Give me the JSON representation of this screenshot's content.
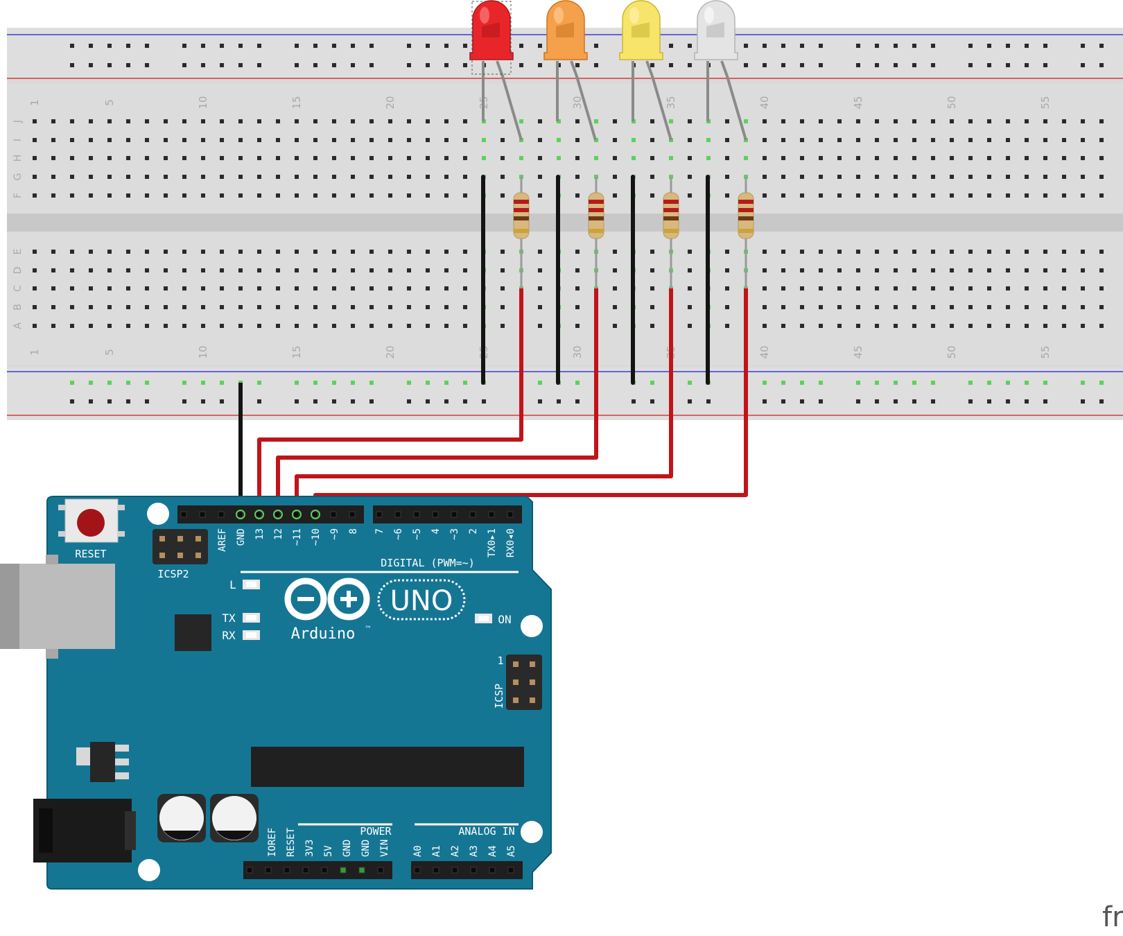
{
  "breadboard": {
    "row_labels_top": [
      "J",
      "I",
      "H",
      "G",
      "F"
    ],
    "row_labels_bottom": [
      "E",
      "D",
      "C",
      "B",
      "A"
    ],
    "column_numbers": [
      "1",
      "5",
      "10",
      "15",
      "20",
      "25",
      "30",
      "35",
      "40",
      "45",
      "50",
      "55"
    ]
  },
  "leds": [
    {
      "color_name": "red",
      "body": "#e8262a",
      "shade": "#b0151a",
      "highlight": "#ff8a8a",
      "selected": true
    },
    {
      "color_name": "orange",
      "body": "#f5a04a",
      "shade": "#c97420",
      "highlight": "#ffd0a0",
      "selected": false
    },
    {
      "color_name": "yellow",
      "body": "#f7e46a",
      "shade": "#c9b532",
      "highlight": "#fff5b8",
      "selected": false
    },
    {
      "color_name": "white",
      "body": "#e4e4e4",
      "shade": "#b4b4b4",
      "highlight": "#ffffff",
      "selected": false
    }
  ],
  "arduino": {
    "reset": "RESET",
    "icsp2": "ICSP2",
    "icsp": "ICSP",
    "icsp_pin1": "1",
    "digital_label": "DIGITAL (PWM=~)",
    "digital_pins_left": [
      "AREF",
      "GND",
      "13",
      "12",
      "~11",
      "~10",
      "~9",
      "8"
    ],
    "digital_pins_right": [
      "7",
      "~6",
      "~5",
      "4",
      "~3",
      "2",
      "TX0▸1",
      "RX0◂0"
    ],
    "led_l": "L",
    "led_tx": "TX",
    "led_rx": "RX",
    "on": "ON",
    "logo_text": "Arduino",
    "logo_tm": "™",
    "uno": "UNO",
    "power_label": "POWER",
    "power_pins": [
      "IOREF",
      "RESET",
      "3V3",
      "5V",
      "GND",
      "GND",
      "VIN"
    ],
    "analog_label": "ANALOG IN",
    "analog_pins": [
      "A0",
      "A1",
      "A2",
      "A3",
      "A4",
      "A5"
    ]
  },
  "watermark": "fr",
  "colors": {
    "board": "#157694",
    "board_edge": "#0e5a72",
    "breadboard": "#d9d9d9",
    "rail_blue": "#3a3ad8",
    "rail_red": "#d83a3a",
    "wire_red": "#c0141a",
    "wire_black": "#141414",
    "hole_green": "#5ad35a"
  }
}
